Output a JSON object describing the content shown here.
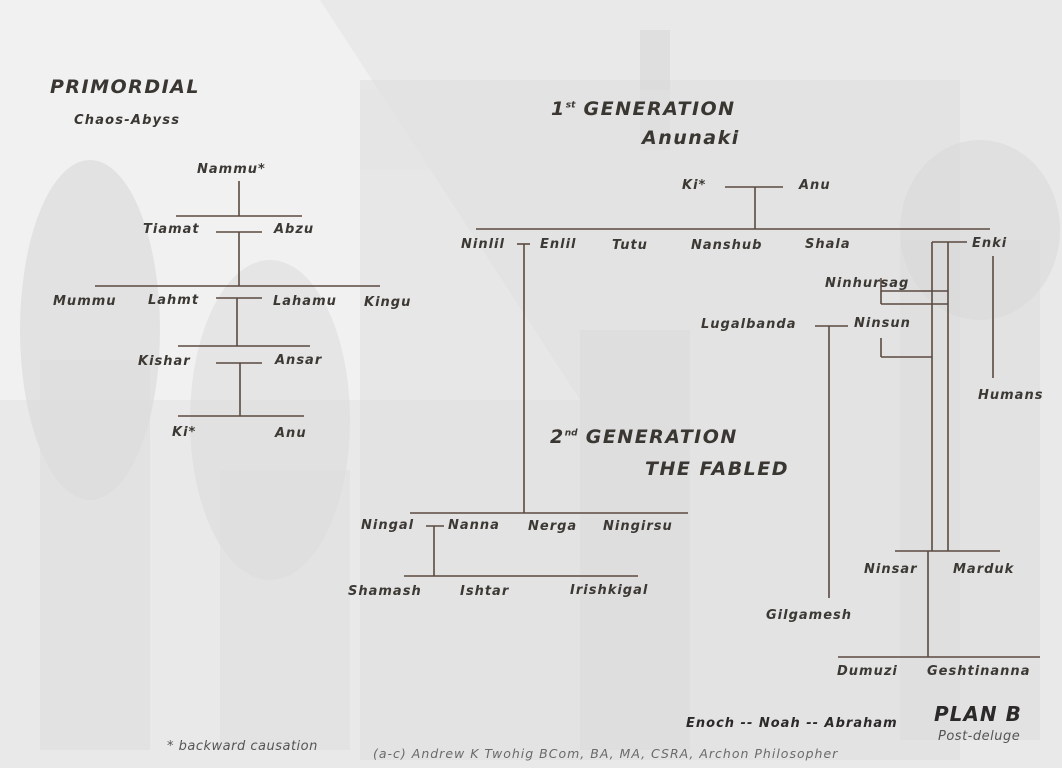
{
  "headings": {
    "primordial": "PRIMORDIAL",
    "primordial_sub": "Chaos-Abyss",
    "gen1_num": "1",
    "gen1_sup": "st",
    "gen1_word": "GENERATION",
    "gen1_sub": "Anunaki",
    "gen2_num": "2",
    "gen2_sup": "nd",
    "gen2_word": "GENERATION",
    "gen2_sub": "THE FABLED",
    "plan": "PLAN B",
    "plan_sub": "Post-deluge"
  },
  "primordial_names": {
    "nammu": "Nammu*",
    "tiamat": "Tiamat",
    "abzu": "Abzu",
    "mummu": "Mummu",
    "lahmt": "Lahmt",
    "lahamu": "Lahamu",
    "kingu": "Kingu",
    "kishar": "Kishar",
    "ansar": "Ansar",
    "ki": "Ki*",
    "anu": "Anu"
  },
  "gen1_names": {
    "ki": "Ki*",
    "anu": "Anu",
    "ninlil": "Ninlil",
    "enlil": "Enlil",
    "tutu": "Tutu",
    "nanshub": "Nanshub",
    "shala": "Shala",
    "enki": "Enki",
    "ninhursag": "Ninhursag",
    "lugalbanda": "Lugalbanda",
    "ninsun": "Ninsun",
    "humans": "Humans"
  },
  "gen2_names": {
    "ningal": "Ningal",
    "nanna": "Nanna",
    "nerga": "Nerga",
    "ningirsu": "Ningirsu",
    "shamash": "Shamash",
    "ishtar": "Ishtar",
    "irishkigal": "Irishkigal",
    "ninsar": "Ninsar",
    "marduk": "Marduk",
    "gilgamesh": "Gilgamesh",
    "dumuzi": "Dumuzi",
    "geshtinanna": "Geshtinanna"
  },
  "footer": {
    "patriarchs": "Enoch -- Noah -- Abraham",
    "note": "* backward causation",
    "credit": "(a-c) Andrew K Twohig BCom, BA, MA, CSRA, Archon Philosopher"
  },
  "colors": {
    "line": "#5a4a40",
    "text": "#3c3834",
    "background": "#ebebeb"
  }
}
